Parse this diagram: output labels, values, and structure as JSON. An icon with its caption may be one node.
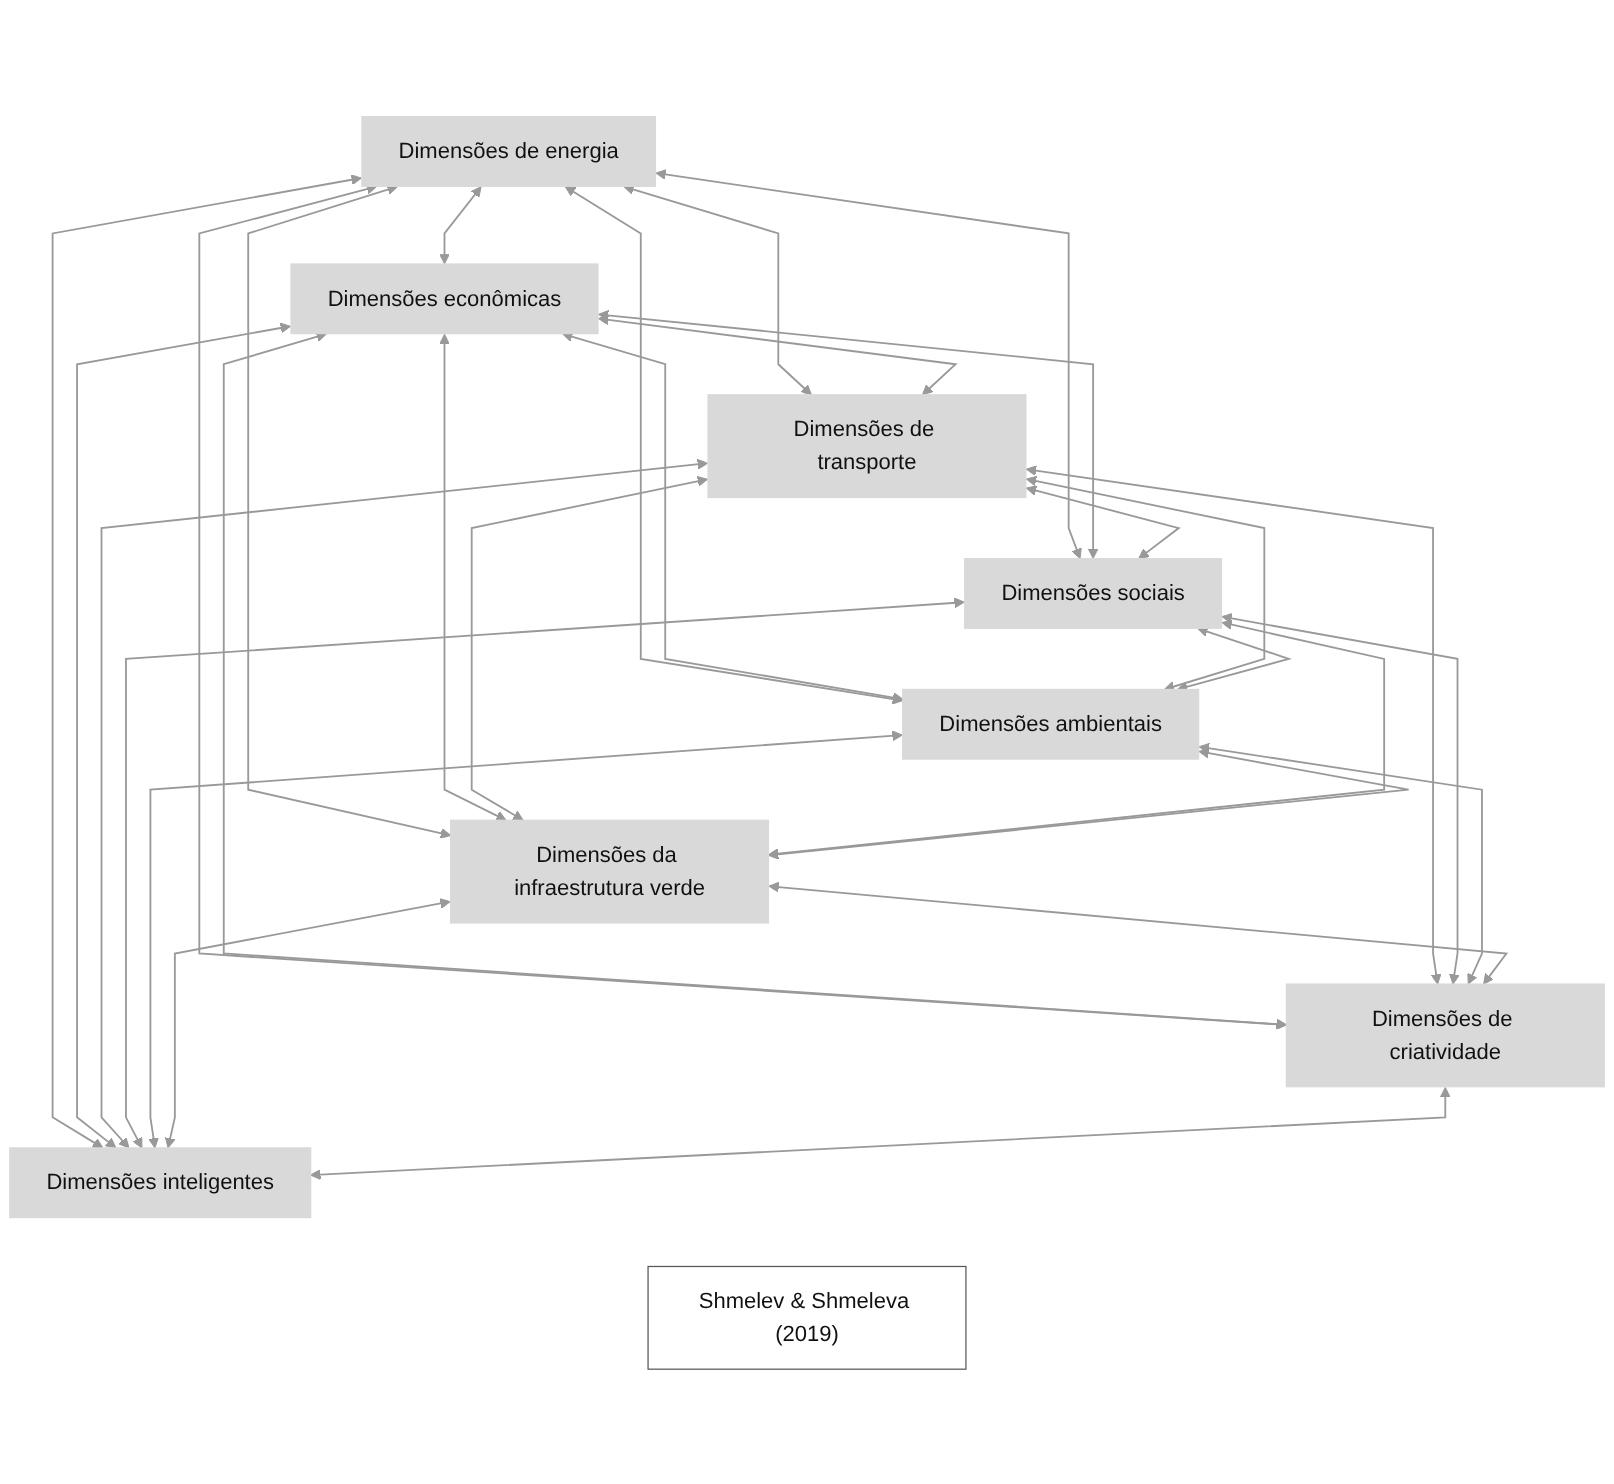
{
  "diagram": {
    "nodes": [
      {
        "text": [
          "Dimensões de energia"
        ]
      },
      {
        "text": [
          "Dimensões econômicas"
        ]
      },
      {
        "text": [
          "Dimensões de transporte"
        ]
      },
      {
        "text": [
          "Dimensões sociais"
        ]
      },
      {
        "text": [
          "Shmelev & Shmeleva (2019)"
        ]
      },
      {
        "text": [
          "Dimensões ambientais"
        ]
      },
      {
        "text": [
          "Dimensões da infraestrutura verde"
        ]
      },
      {
        "text": [
          "Dimensões de criatividade"
        ]
      },
      {
        "text": [
          "Dimensões inteligentes"
        ]
      }
    ],
    "edges": [
      {
        "from": 0,
        "to": 1,
        "arrow": "both"
      },
      {
        "from": 0,
        "to": 2,
        "arrow": "both"
      },
      {
        "from": 0,
        "to": 3,
        "arrow": "both"
      },
      {
        "from": 0,
        "to": 5,
        "arrow": "both"
      },
      {
        "from": 0,
        "to": 6,
        "arrow": "both"
      },
      {
        "from": 0,
        "to": 7,
        "arrow": "both"
      },
      {
        "from": 0,
        "to": 8,
        "arrow": "both"
      },
      {
        "from": 1,
        "to": 2,
        "arrow": "both"
      },
      {
        "from": 1,
        "to": 3,
        "arrow": "both"
      },
      {
        "from": 1,
        "to": 5,
        "arrow": "both"
      },
      {
        "from": 1,
        "to": 6,
        "arrow": "both"
      },
      {
        "from": 1,
        "to": 7,
        "arrow": "both"
      },
      {
        "from": 1,
        "to": 8,
        "arrow": "both"
      },
      {
        "from": 2,
        "to": 3,
        "arrow": "both"
      },
      {
        "from": 2,
        "to": 5,
        "arrow": "both"
      },
      {
        "from": 2,
        "to": 6,
        "arrow": "both"
      },
      {
        "from": 2,
        "to": 7,
        "arrow": "both"
      },
      {
        "from": 2,
        "to": 8,
        "arrow": "both"
      },
      {
        "from": 3,
        "to": 5,
        "arrow": "both"
      },
      {
        "from": 3,
        "to": 6,
        "arrow": "both"
      },
      {
        "from": 3,
        "to": 7,
        "arrow": "both"
      },
      {
        "from": 3,
        "to": 8,
        "arrow": "both"
      },
      {
        "from": 5,
        "to": 6,
        "arrow": "both"
      },
      {
        "from": 5,
        "to": 7,
        "arrow": "both"
      },
      {
        "from": 5,
        "to": 8,
        "arrow": "both"
      },
      {
        "from": 6,
        "to": 7,
        "arrow": "both"
      },
      {
        "from": 6,
        "to": 8,
        "arrow": "both"
      },
      {
        "from": 7,
        "to": 8,
        "arrow": "both"
      }
    ]
  }
}
